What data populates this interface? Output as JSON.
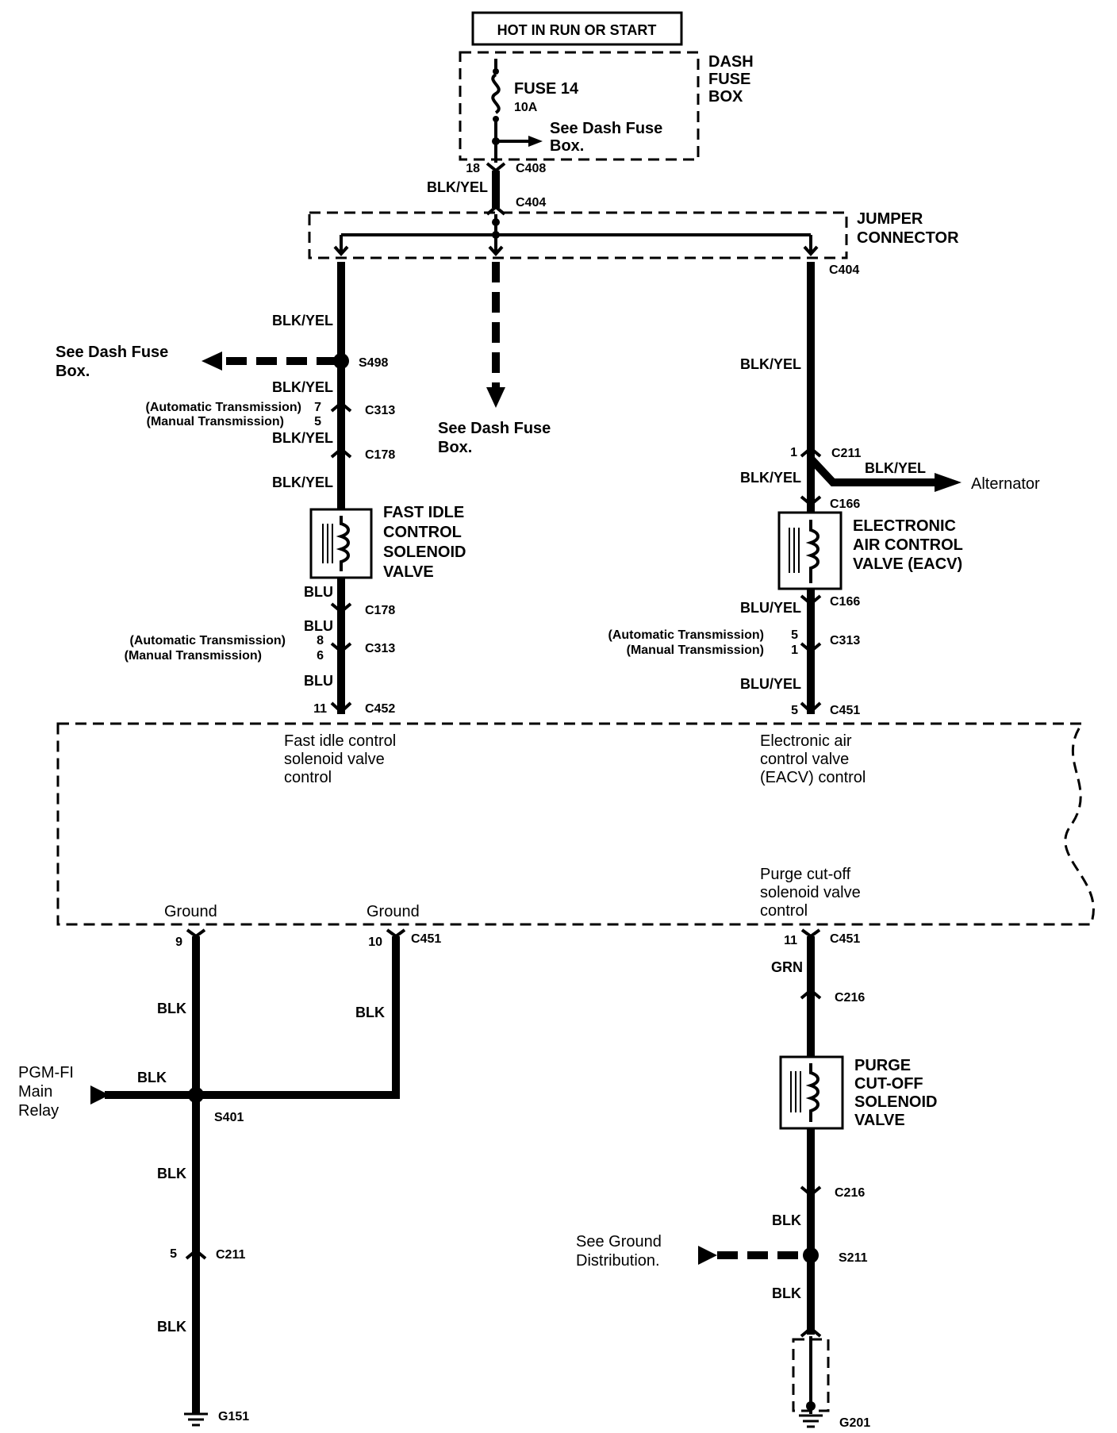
{
  "header": {
    "power_label": "HOT IN RUN OR START"
  },
  "dash_fuse_box": {
    "label_l1": "DASH",
    "label_l2": "FUSE",
    "label_l3": "BOX",
    "fuse_name": "FUSE 14",
    "fuse_rating": "10A",
    "ref_l1": "See Dash Fuse",
    "ref_l2": "Box."
  },
  "top_feed": {
    "pin": "18",
    "conn_upper": "C408",
    "wire": "BLK/YEL",
    "conn_lower": "C404"
  },
  "jumper": {
    "label_l1": "JUMPER",
    "label_l2": "CONNECTOR",
    "conn": "C404"
  },
  "left_branch": {
    "wire1": "BLK/YEL",
    "splice": "S498",
    "ref_l1": "See Dash Fuse",
    "ref_l2": "Box.",
    "wire2": "BLK/YEL",
    "at_note": "(Automatic Transmission)",
    "mt_note": "(Manual Transmission)",
    "pin_at": "7",
    "pin_mt": "5",
    "conn_c313": "C313",
    "wire3": "BLK/YEL",
    "conn_c178_a": "C178",
    "wire4": "BLK/YEL",
    "solenoid_l1": "FAST IDLE",
    "solenoid_l2": "CONTROL",
    "solenoid_l3": "SOLENOID",
    "solenoid_l4": "VALVE",
    "wire5": "BLU",
    "conn_c178_b": "C178",
    "wire6": "BLU",
    "at_note2": "(Automatic Transmission)",
    "mt_note2": "(Manual Transmission)",
    "pin_at2": "8",
    "pin_mt2": "6",
    "conn_c313_b": "C313",
    "wire7": "BLU",
    "pin_ecm": "11",
    "conn_ecm": "C452"
  },
  "middle_branch": {
    "ref_l1": "See Dash Fuse",
    "ref_l2": "Box."
  },
  "right_branch": {
    "wire1": "BLK/YEL",
    "pin1": "1",
    "conn_c211": "C211",
    "wire2": "BLK/YEL",
    "alt_wire": "BLK/YEL",
    "alt_label": "Alternator",
    "conn_c166_a": "C166",
    "valve_l1": "ELECTRONIC",
    "valve_l2": "AIR CONTROL",
    "valve_l3": "VALVE (EACV)",
    "conn_c166_b": "C166",
    "wire3": "BLU/YEL",
    "at_note": "(Automatic Transmission)",
    "mt_note": "(Manual Transmission)",
    "pin_at": "5",
    "pin_mt": "1",
    "conn_c313": "C313",
    "wire4": "BLU/YEL",
    "pin_ecm": "5",
    "conn_ecm": "C451"
  },
  "ecm": {
    "fast_idle_l1": "Fast idle control",
    "fast_idle_l2": "solenoid valve",
    "fast_idle_l3": "control",
    "eacv_l1": "Electronic air",
    "eacv_l2": "control valve",
    "eacv_l3": "(EACV)  control",
    "purge_l1": "Purge cut-off",
    "purge_l2": "solenoid valve",
    "purge_l3": "control",
    "ground1": "Ground",
    "ground2": "Ground"
  },
  "ground_left": {
    "pin9": "9",
    "pin10": "10",
    "conn": "C451",
    "wire_a": "BLK",
    "wire_b": "BLK",
    "relay_l1": "PGM-FI",
    "relay_l2": "Main",
    "relay_l3": "Relay",
    "relay_wire": "BLK",
    "splice": "S401",
    "wire_c": "BLK",
    "pin5": "5",
    "conn_c211": "C211",
    "wire_d": "BLK",
    "ground": "G151"
  },
  "purge": {
    "pin": "11",
    "conn": "C451",
    "wire1": "GRN",
    "conn_c216_a": "C216",
    "valve_l1": "PURGE",
    "valve_l2": "CUT-OFF",
    "valve_l3": "SOLENOID",
    "valve_l4": "VALVE",
    "conn_c216_b": "C216",
    "wire2": "BLK",
    "ref_l1": "See Ground",
    "ref_l2": "Distribution.",
    "splice": "S211",
    "wire3": "BLK",
    "ground": "G201"
  }
}
